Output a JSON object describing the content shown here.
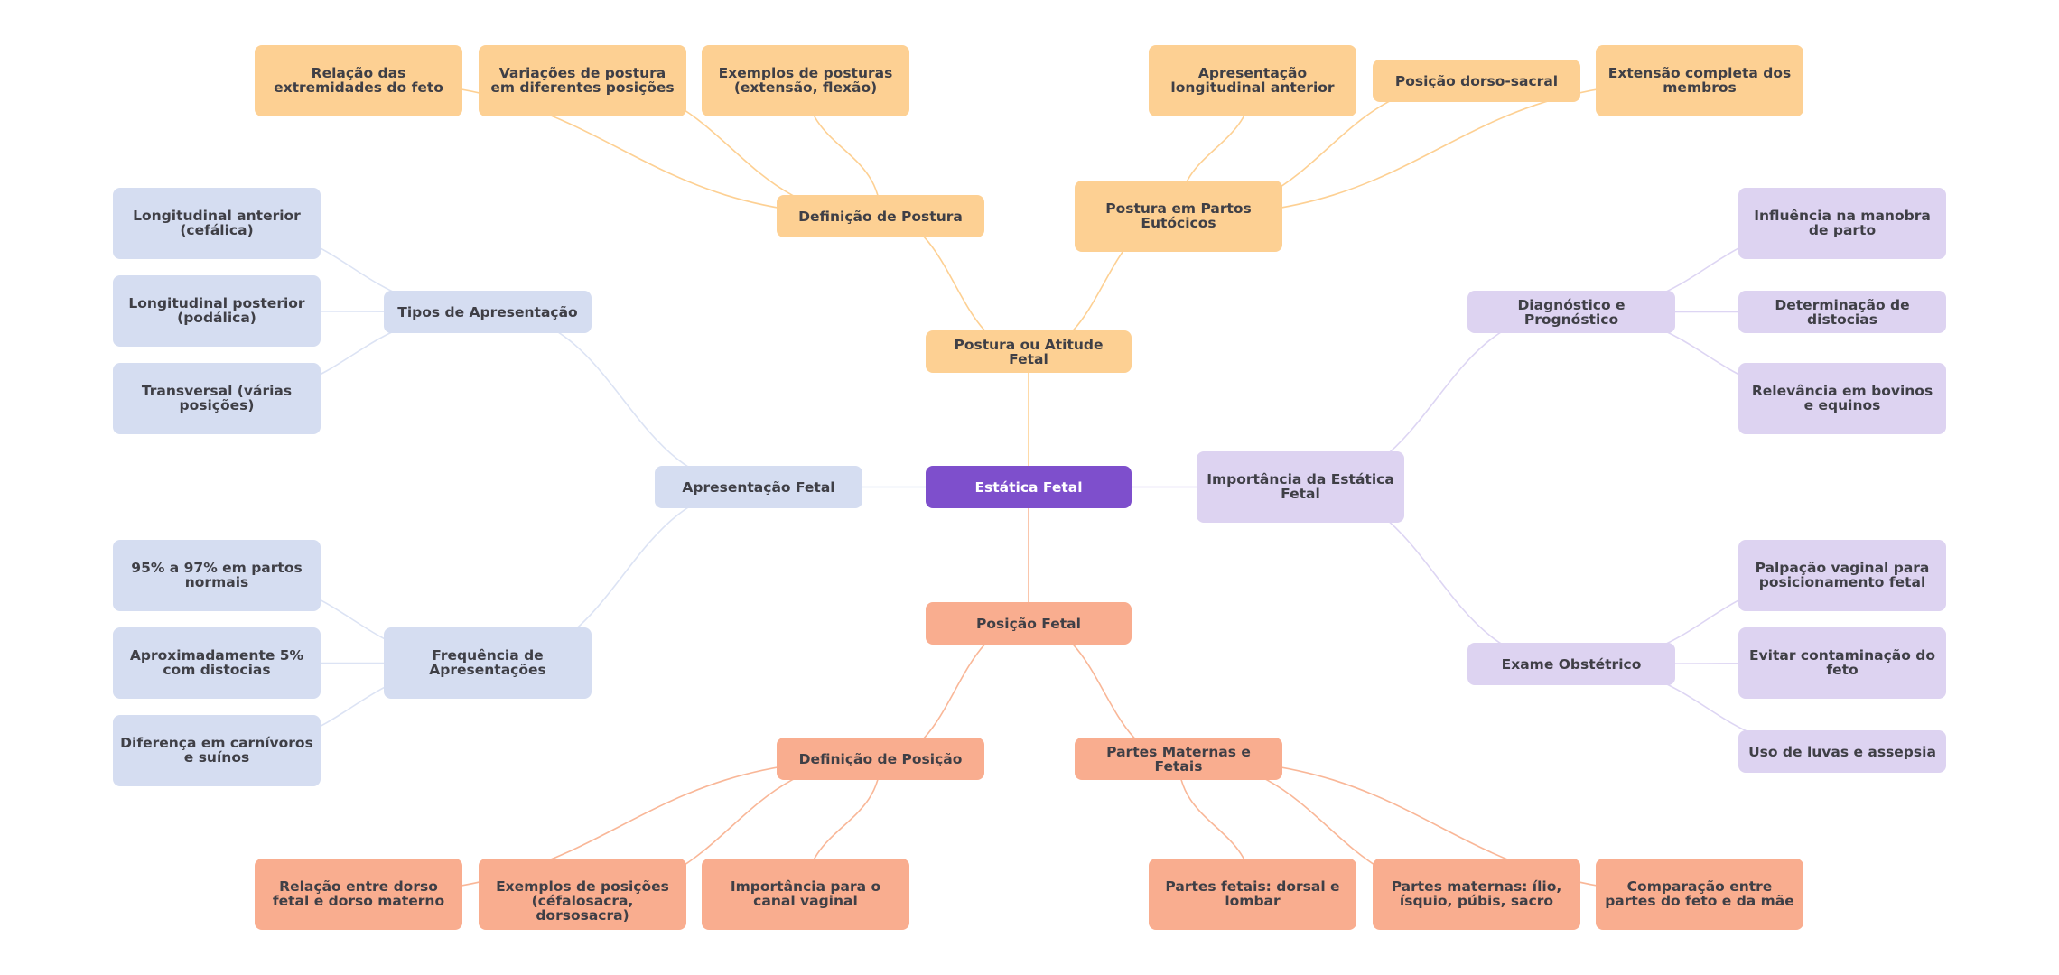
{
  "title": "Estática Fetal",
  "colors": {
    "root": "#7e4fcc",
    "postura": "#fdd093",
    "posicao": "#f9ad8f",
    "apresentacao": "#d5ddf1",
    "importancia": "#ddd3f1",
    "edge_postura": "#fdd093",
    "edge_posicao": "#f9b798",
    "edge_apresentacao": "#dce3f4",
    "edge_importancia": "#ddd5f3",
    "text": "#3f3f46",
    "root_text": "#ffffff"
  },
  "nodes": {
    "root": {
      "label": "Estática Fetal",
      "branch": "root"
    },
    "postura": {
      "label": "Postura ou Atitude Fetal",
      "branch": "postura",
      "parent": "root"
    },
    "def_postura": {
      "label": "Definição de Postura",
      "branch": "postura",
      "parent": "postura"
    },
    "rel_extremidades": {
      "label": "Relação das extremidades do feto",
      "branch": "postura",
      "parent": "def_postura"
    },
    "variacoes": {
      "label": "Variações de postura em diferentes posições",
      "branch": "postura",
      "parent": "def_postura"
    },
    "exemplos_posturas": {
      "label": "Exemplos de posturas (extensão, flexão)",
      "branch": "postura",
      "parent": "def_postura"
    },
    "partos_eutocicos": {
      "label": "Postura em Partos Eutócicos",
      "branch": "postura",
      "parent": "postura"
    },
    "apres_long_anterior": {
      "label": "Apresentação longitudinal anterior",
      "branch": "postura",
      "parent": "partos_eutocicos"
    },
    "dorso_sacral": {
      "label": "Posição dorso-sacral",
      "branch": "postura",
      "parent": "partos_eutocicos"
    },
    "extensao_membros": {
      "label": "Extensão completa dos membros",
      "branch": "postura",
      "parent": "partos_eutocicos"
    },
    "apresentacao": {
      "label": "Apresentação Fetal",
      "branch": "apresentacao",
      "parent": "root"
    },
    "tipos": {
      "label": "Tipos de Apresentação",
      "branch": "apresentacao",
      "parent": "apresentacao"
    },
    "long_anterior": {
      "label": "Longitudinal anterior (cefálica)",
      "branch": "apresentacao",
      "parent": "tipos"
    },
    "long_posterior": {
      "label": "Longitudinal posterior (podálica)",
      "branch": "apresentacao",
      "parent": "tipos"
    },
    "transversal": {
      "label": "Transversal (várias posições)",
      "branch": "apresentacao",
      "parent": "tipos"
    },
    "frequencia": {
      "label": "Frequência de Apresentações",
      "branch": "apresentacao",
      "parent": "apresentacao"
    },
    "freq_95": {
      "label": "95% a 97% em partos normais",
      "branch": "apresentacao",
      "parent": "frequencia"
    },
    "freq_5": {
      "label": "Aproximadamente 5% com distocias",
      "branch": "apresentacao",
      "parent": "frequencia"
    },
    "freq_carnivoros": {
      "label": "Diferença em carnívoros e suínos",
      "branch": "apresentacao",
      "parent": "frequencia"
    },
    "importancia": {
      "label": "Importância da Estática Fetal",
      "branch": "importancia",
      "parent": "root"
    },
    "diagnostico": {
      "label": "Diagnóstico e Prognóstico",
      "branch": "importancia",
      "parent": "importancia"
    },
    "influencia": {
      "label": "Influência na manobra de parto",
      "branch": "importancia",
      "parent": "diagnostico"
    },
    "distocias": {
      "label": "Determinação de distocias",
      "branch": "importancia",
      "parent": "diagnostico"
    },
    "relevancia": {
      "label": "Relevância em bovinos e equinos",
      "branch": "importancia",
      "parent": "diagnostico"
    },
    "exame": {
      "label": "Exame Obstétrico",
      "branch": "importancia",
      "parent": "importancia"
    },
    "palpacao": {
      "label": "Palpação vaginal para posicionamento fetal",
      "branch": "importancia",
      "parent": "exame"
    },
    "contaminacao": {
      "label": "Evitar contaminação do feto",
      "branch": "importancia",
      "parent": "exame"
    },
    "luvas": {
      "label": "Uso de luvas e assepsia",
      "branch": "importancia",
      "parent": "exame"
    },
    "posicao": {
      "label": "Posição Fetal",
      "branch": "posicao",
      "parent": "root"
    },
    "def_posicao": {
      "label": "Definição de Posição",
      "branch": "posicao",
      "parent": "posicao"
    },
    "rel_dorso": {
      "label": "Relação entre dorso fetal e dorso materno",
      "branch": "posicao",
      "parent": "def_posicao"
    },
    "exemplos_posicoes": {
      "label": "Exemplos de posições (céfalosacra, dorsosacra)",
      "branch": "posicao",
      "parent": "def_posicao"
    },
    "canal_vaginal": {
      "label": "Importância para o canal vaginal",
      "branch": "posicao",
      "parent": "def_posicao"
    },
    "partes": {
      "label": "Partes Maternas e Fetais",
      "branch": "posicao",
      "parent": "posicao"
    },
    "partes_fetais": {
      "label": "Partes fetais: dorsal e lombar",
      "branch": "posicao",
      "parent": "partes"
    },
    "partes_maternas": {
      "label": "Partes maternas: ílio, ísquio, púbis, sacro",
      "branch": "posicao",
      "parent": "partes"
    },
    "comparacao": {
      "label": "Comparação entre partes do feto e da mãe",
      "branch": "posicao",
      "parent": "partes"
    }
  }
}
